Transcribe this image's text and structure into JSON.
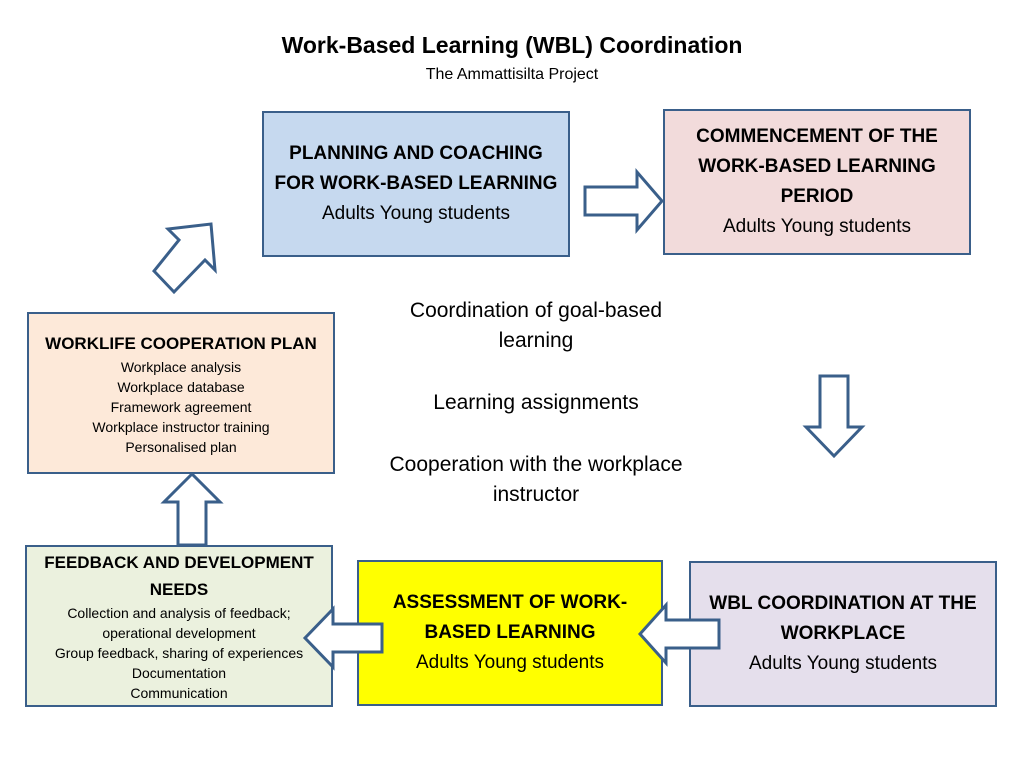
{
  "title": "Work-Based Learning (WBL) Coordination",
  "subtitle": "The Ammattisilta Project",
  "boxes": {
    "planning": {
      "head": "PLANNING AND COACHING FOR WORK-BASED LEARNING",
      "sub": "Adults  Young  students",
      "color": "#c6d9ef"
    },
    "commencement": {
      "head": "COMMENCEMENT OF THE WORK-BASED LEARNING PERIOD",
      "sub": "Adults  Young  students",
      "color": "#f2dbdb"
    },
    "worklife": {
      "head": "WORKLIFE COOPERATION PLAN",
      "items": [
        "Workplace analysis",
        "Workplace database",
        "Framework agreement",
        "Workplace instructor training",
        "Personalised plan"
      ],
      "color": "#fde9d9"
    },
    "feedback": {
      "head": "FEEDBACK AND DEVELOPMENT NEEDS",
      "items": [
        "Collection and analysis of feedback;",
        "operational development",
        "Group feedback, sharing of experiences",
        "Documentation",
        "Communication"
      ],
      "color": "#ebf1de"
    },
    "assessment": {
      "head": "ASSESSMENT OF WORK-BASED LEARNING",
      "sub": "Adults  Young  students",
      "color": "#ffff00"
    },
    "wbl_workplace": {
      "head": "WBL COORDINATION AT THE WORKPLACE",
      "sub": "Adults  Young students",
      "color": "#e5dfec"
    }
  },
  "center": {
    "lines": [
      "Coordination of goal-based learning",
      "Learning assignments",
      "Cooperation with the workplace instructor"
    ]
  },
  "colors": {
    "border": "#3a5f8a"
  }
}
